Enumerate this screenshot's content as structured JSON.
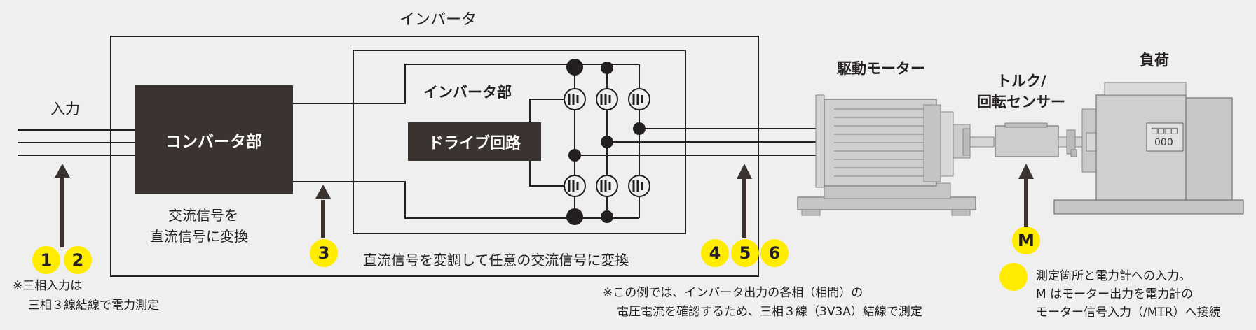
{
  "labels": {
    "inverter_title": "インバータ",
    "input": "入力",
    "converter_block": "コンバータ部",
    "inverter_section": "インバータ部",
    "drive_block": "ドライブ回路",
    "converter_desc_1": "交流信号を",
    "converter_desc_2": "直流信号に変換",
    "inverter_desc": "直流信号を変調して任意の交流信号に変換",
    "drive_motor": "駆動モーター",
    "torque_sensor_1": "トルク/",
    "torque_sensor_2": "回転センサー",
    "load": "負荷",
    "load_panel_top": "□□□□",
    "load_panel_bottom": "000"
  },
  "markers": {
    "m1": "1",
    "m2": "2",
    "m3": "3",
    "m4": "4",
    "m5": "5",
    "m6": "6",
    "mM": "M"
  },
  "notes": {
    "left_1": "※三相入力は",
    "left_2": "三相３線結線で電力測定",
    "middle_1": "※この例では、インバータ出力の各相（相間）の",
    "middle_2": "電圧電流を確認するため、三相３線（3V3A）結線で測定",
    "legend_1": "測定箇所と電力計への入力。",
    "legend_2": "M はモーター出力を電力計の",
    "legend_3": "モーター信号入力（/MTR）へ接続"
  },
  "colors": {
    "marker": "#ffec00",
    "dark_block": "#3a3330",
    "line": "#231f20",
    "machine": "#c8c8c8"
  }
}
